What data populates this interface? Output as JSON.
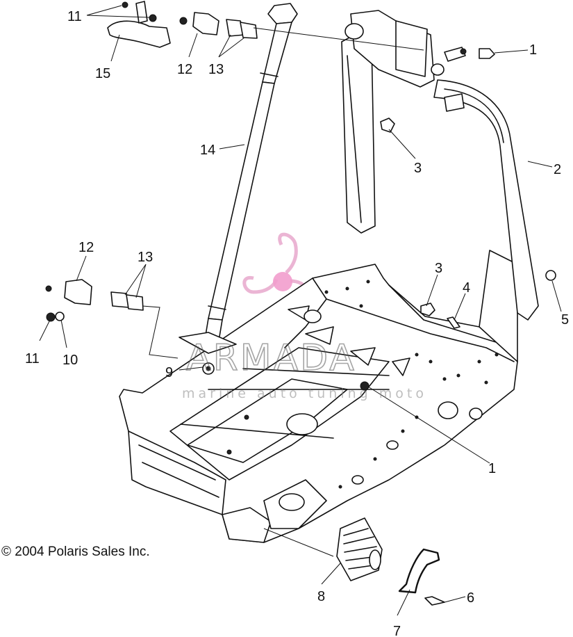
{
  "labels": {
    "c1_top": "1",
    "c1_mid": "1",
    "c2": "2",
    "c3_top": "3",
    "c3_mid": "3",
    "c4": "4",
    "c5": "5",
    "c6": "6",
    "c7": "7",
    "c8": "8",
    "c9": "9",
    "c10": "10",
    "c11_top": "11",
    "c11_left": "11",
    "c12_top": "12",
    "c12_left": "12",
    "c13_top": "13",
    "c13_left": "13",
    "c14": "14",
    "c15": "15"
  },
  "copyright": "© 2004 Polaris Sales Inc.",
  "watermark": {
    "brand": "ARMADA",
    "tagline": "marine auto tuning moto",
    "logo_color": "#e8a8cc",
    "logo_dot_color": "#f08cc4"
  }
}
